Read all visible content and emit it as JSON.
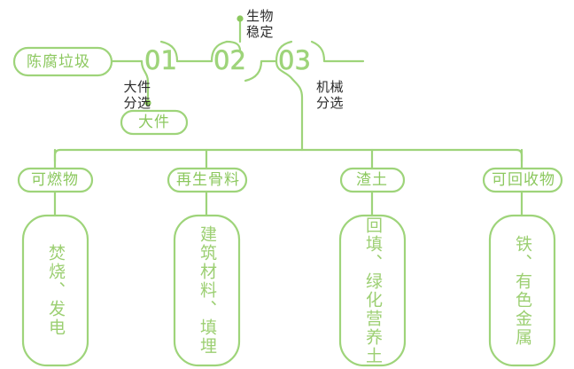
{
  "theme": {
    "line_color": "#9ed47a",
    "pill_text_color": "#8cc85f",
    "number_color": "#9ed47a",
    "box_text_color": "#9ccf72",
    "label_color": "#2b2b2b",
    "background": "#ffffff"
  },
  "flow": {
    "source": {
      "label": "陈腐垃圾"
    },
    "stages": [
      {
        "number": "01",
        "label": "大件\n分选",
        "output_pill": "大件"
      },
      {
        "number": "02",
        "label": "生物\n稳定",
        "output_pill": ""
      },
      {
        "number": "03",
        "label": "机械\n分选",
        "output_pill": ""
      }
    ]
  },
  "outputs": [
    {
      "pill": "可燃物",
      "detail_col1": "焚烧、",
      "detail_col2": "发电",
      "detail_full": "焚烧、发电"
    },
    {
      "pill": "再生骨料",
      "detail_col1": "建筑材料、",
      "detail_col2": "填埋",
      "detail_full": "建筑材料、填埋"
    },
    {
      "pill": "渣土",
      "detail_col1": "回填、",
      "detail_col2": "绿化营养土",
      "detail_full": "回填、绿化营养土"
    },
    {
      "pill": "可回收物",
      "detail_col1": "铁、",
      "detail_col2": "有色金属",
      "detail_full": "铁、有色金属"
    }
  ],
  "icons": {
    "stage_end_dot": "dot-icon"
  }
}
